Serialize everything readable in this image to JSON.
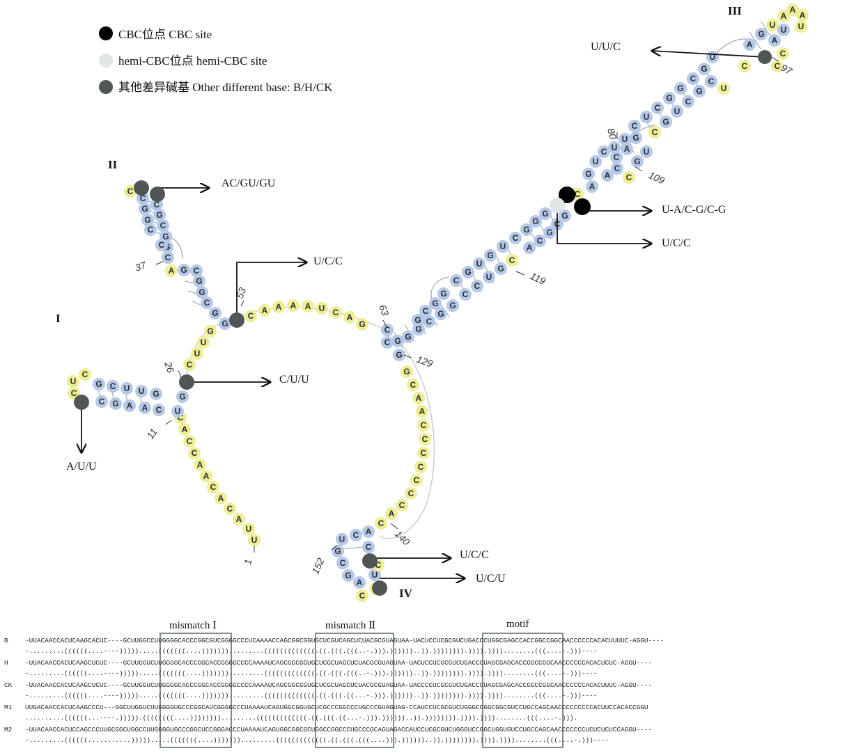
{
  "legend": [
    {
      "label": "CBC位点  CBC site",
      "color": "#000000"
    },
    {
      "label": "hemi-CBC位点  hemi-CBC site",
      "color": "#e0e6e6"
    },
    {
      "label": "其他差异碱基 Other different base: B/H/CK",
      "color": "#505555"
    }
  ],
  "colors": {
    "paired": "#b4c8e8",
    "unpaired": "#eeee96",
    "cbc": "#000000",
    "hemi": "#e0e6e6",
    "other": "#505555"
  },
  "domains": [
    "I",
    "II",
    "III",
    "IV"
  ],
  "annotations": [
    "U/U/C",
    "AC/GU/GU",
    "U/C/C",
    "C/U/U",
    "A/U/U",
    "U-A/C-G/C-G",
    "U/C/C",
    "U/C/C",
    "U/C/U"
  ],
  "numbers": [
    "97",
    "80",
    "109",
    "37",
    "53",
    "63",
    "119",
    "26",
    "129",
    "11",
    "1",
    "140",
    "152"
  ],
  "alignment": {
    "box_titles": [
      "mismatch Ⅰ",
      "mismatch Ⅱ",
      "motif"
    ],
    "rows": [
      {
        "label": "B",
        "seq": "-UUACAACCACUCAAGCACUC----GCUUGGCCUUGGGGCACCCGGCGUCGGGGCCCUCAAAACCAGCGGCGGUGCUCGUCAGCUCUACGCGUAGUAA-UACUCCUCGCGUCUGACCCUGGCGAGCCACCGGCCGGCAACCCCCCACACUUUUC-AGGU----"
      },
      {
        "label": "",
        "seq": "-.........((((((....----))))).....(((((((....))))))).........(((((((((((((.((.(((.(((..-.))).))))))..)).)))))))).)))).))))........(((....-.)))----"
      },
      {
        "label": "H",
        "seq": "-UUACAACCACUCAAGCUCUC----GCUUGGUCUUGGGGCACCCGGCACCGGGGCCCCAAAAUCAGCGGCGGUGCUCGCUAGCUCUACGCGUAGUAA-UACUCCUCGCGUCUGACCCUAGCGAGCACCGGCCGGCAACCCCCCACACUCUC-AGGU----"
      },
      {
        "label": "",
        "seq": "-.........((((((....----))))).....(((((((....))))))).........(((((((((((((.((.(((.(((..-.))).))))))..)).)))))))).)))).))))........(((....-.)))----"
      },
      {
        "label": "CK",
        "seq": "-UUACAACCACUCAAGCUCUC----GCUUGGUCUUGGGGCACCCGGCACCGGGGCCCCAAAAUCAGCGGCGGUGCUCGCUAGCUCUACGCGUAGUAA-UACCCCUCGCGUCUGACCCUAGCGAGCACCGGCCGGCAACCCCCCACACUUUC-AGGU----"
      },
      {
        "label": "",
        "seq": "-.........((((((....----))))).....(((((((....))))))).........(((((((((((((.((.(((.((...-.))).))))))..)).)))))))).)))).))))........(((....-.)))----"
      },
      {
        "label": "M1",
        "seq": "UUGACAACCACUCAAGCCCU---GGCUUGGUCUUGGGGUGCCCGGCAUCGGGGCCCUAAAAUCAGUGGCGGUGCUCGCCCGGCCCUGCCCGUAGUAG-CCAUCCUCGCGUCUGGGCCGGCGGCGUCCUGCCAGCAACCCCCCCCCACUUCCACACCGGU"
      },
      {
        "label": "",
        "seq": "..........((((((...----.))))).((((((((....)))))))).........(((((((((((((.((.(((.((...-.))).))))))..)).)))))))).)))).))))........(((....-.)))."
      },
      {
        "label": "M2",
        "seq": "-UUACAACCACUCCAGCCCUUGCGGCUGGCCUUGGGGUGCCCGGCUCCGGGACCCUAAAAUCAGUGGCGGCGCUGGCCGGCCCUGCCCGCAGUAGACCAUCCUCGCGUCUGGGUCCGGCUGGUGUCCUGCCAGCAACCCCCCCUCUCUCUCCAGGU----"
      },
      {
        "label": "",
        "seq": "-.........((((((...........))))).....(((((((....))))))).........(((((((((((((.((.(((.(((....))).))))))..)).)))))))).)))).))))........(((....-.)))----"
      }
    ]
  }
}
